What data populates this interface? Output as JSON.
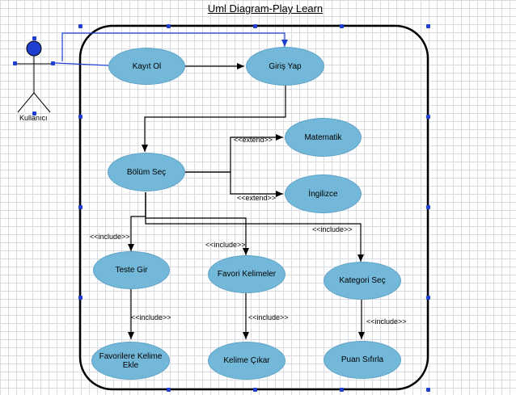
{
  "title": "Uml Diagram-Play Learn",
  "actor": {
    "label": "Kullanıcı"
  },
  "use_cases": {
    "kayit": "Kayıt Ol",
    "giris": "Giriş Yap",
    "bolum": "Bölüm Seç",
    "matematik": "Matematik",
    "ingilizce": "İngilizce",
    "teste": "Teste Gir",
    "favori": "Favori Kelimeler",
    "kategori": "Kategori Seç",
    "favorilere": "Favorilere Kelime Ekle",
    "cikar": "Kelime Çıkar",
    "puan": "Puan Sıfırla"
  },
  "relations": {
    "extend_matematik": "<<extend>>",
    "extend_ingilizce": "<<extend>>",
    "include_teste": "<<include>>",
    "include_favori": "<<include>>",
    "include_kategori": "<<include>>",
    "include_favorilere": "<<include>>",
    "include_cikar": "<<include>>",
    "include_puan": "<<include>>"
  },
  "colors": {
    "use_case_fill": "#73b8d9",
    "selection_blue": "#1e3fcf",
    "boundary": "#000000"
  }
}
